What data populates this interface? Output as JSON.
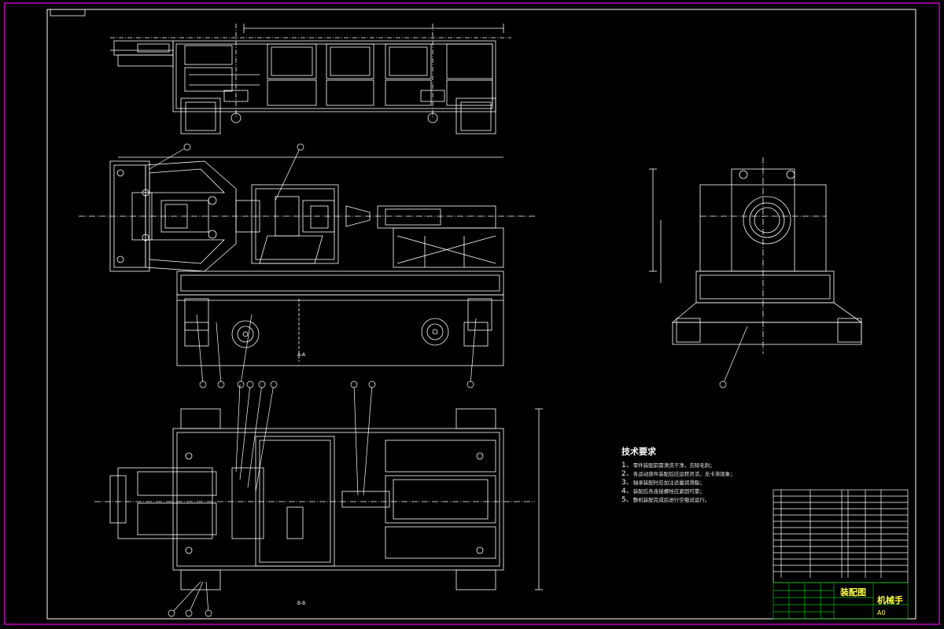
{
  "drawing": {
    "colors": {
      "background": "#000000",
      "frame": "#c000c0",
      "lines": "#ffffff",
      "title_block": "#00c000",
      "title_text": "#ffff40"
    },
    "view_labels": [
      "A-A",
      "B-B"
    ],
    "technical_requirements": {
      "title": "技术要求",
      "items": [
        {
          "num": "1、",
          "text": "零件装配前需清洗干净，去除毛刺；"
        },
        {
          "num": "2、",
          "text": "各运动部件装配后应运转灵活，无卡滞现象；"
        },
        {
          "num": "3、",
          "text": "轴承装配时应加注适量润滑脂；"
        },
        {
          "num": "4、",
          "text": "装配后各连接螺栓应紧固可靠；"
        },
        {
          "num": "5、",
          "text": "整机装配完成后进行空载试运行。"
        }
      ]
    },
    "title_block": {
      "drawing_name": "装配图",
      "part_name": "机械手",
      "sheet_size": "A0"
    }
  }
}
